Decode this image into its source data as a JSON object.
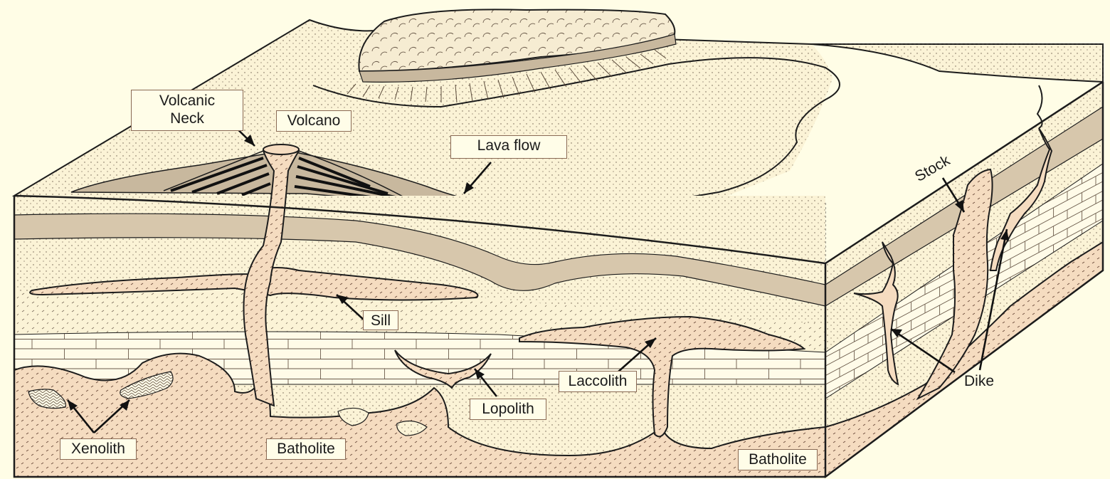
{
  "diagram": {
    "labels": {
      "volcanic_neck": "Volcanic\nNeck",
      "volcano": "Volcano",
      "lava_flow": "Lava flow",
      "sill": "Sill",
      "stock": "Stock",
      "laccolith": "Laccolith",
      "lopolith": "Lopolith",
      "dike": "Dike",
      "xenolith": "Xenolith",
      "batholite_center": "Batholite",
      "batholite_right": "Batholite"
    },
    "colors": {
      "background": "#fffde6",
      "sand_layer": "#fbf3d6",
      "intrusion": "#f5dcc0",
      "gray_layer": "#d7c7ac",
      "lava": "#c8b89e",
      "outline": "#1c1c1c"
    }
  }
}
